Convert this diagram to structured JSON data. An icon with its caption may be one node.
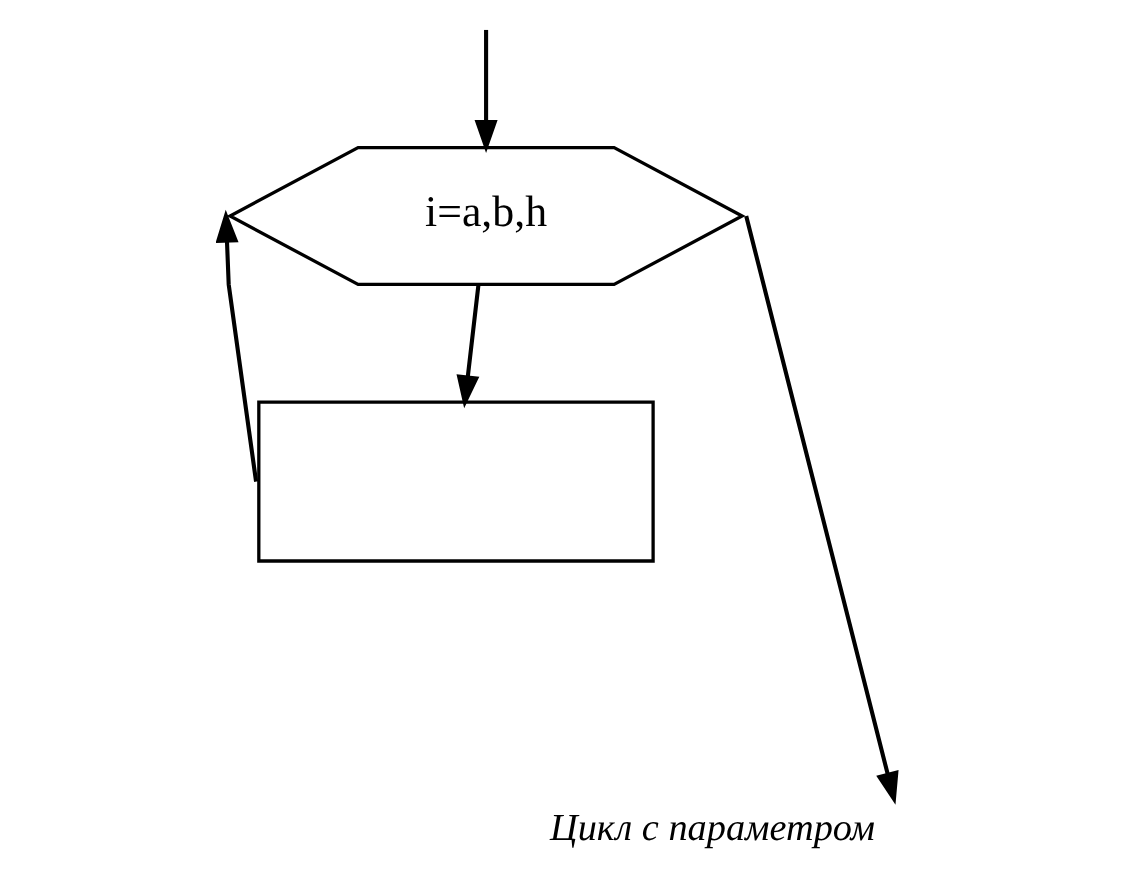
{
  "diagram": {
    "caption": "Цикл с параметром",
    "nodes": [
      {
        "text": [
          "i=a,b,h"
        ]
      },
      {
        "text": [],
        "shape": "box"
      }
    ],
    "edges": [
      {
        "from": 0,
        "to": null,
        "arrow": "to"
      },
      {
        "from": 0,
        "to": 1,
        "arrow": "to"
      },
      {
        "from": 1,
        "to": 0,
        "arrow": "to"
      },
      {
        "from": null,
        "to": 0,
        "arrow": "to"
      }
    ]
  }
}
